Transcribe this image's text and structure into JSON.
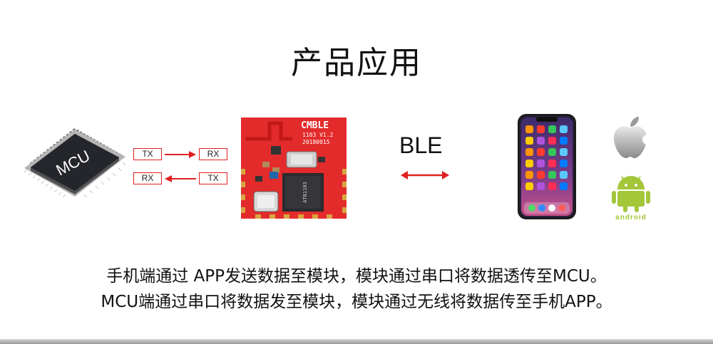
{
  "title": "产品应用",
  "mcu": {
    "chip_label": "MCU"
  },
  "signals": {
    "row1_left": "TX",
    "row1_right": "RX",
    "row2_left": "RX",
    "row2_right": "TX"
  },
  "module": {
    "name": "CMBLE",
    "version": "1103 V1.2",
    "date": "20180015",
    "chip_text": "ATB1103"
  },
  "link": {
    "label": "BLE"
  },
  "android": {
    "logo_text": "android"
  },
  "description": {
    "line1": "手机端通过 APP发送数据至模块，模块通过串口将数据透传至MCU。",
    "line2": "MCU端通过串口将数据发至模块，模块通过无线将数据传至手机APP。"
  },
  "colors": {
    "accent_red": "#e0201f",
    "module_red": "#e32b2b",
    "android_green": "#a4c639"
  }
}
